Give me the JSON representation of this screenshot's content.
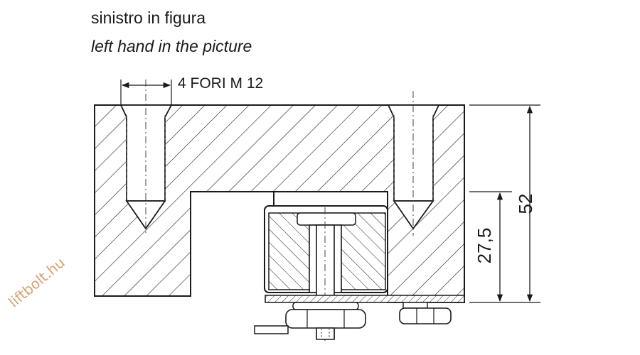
{
  "caption": {
    "italian": "sinistro in figura",
    "english": "left  hand in the picture"
  },
  "holes_label": "4 FORI M 12",
  "dimensions": {
    "total_height": "52",
    "lower_height": "27,5"
  },
  "watermark": "liftbolt.hu",
  "colors": {
    "line": "#1a1a1a",
    "hatch": "#2a2a2a",
    "dash": "#444444",
    "watermark": "#d4a373"
  }
}
